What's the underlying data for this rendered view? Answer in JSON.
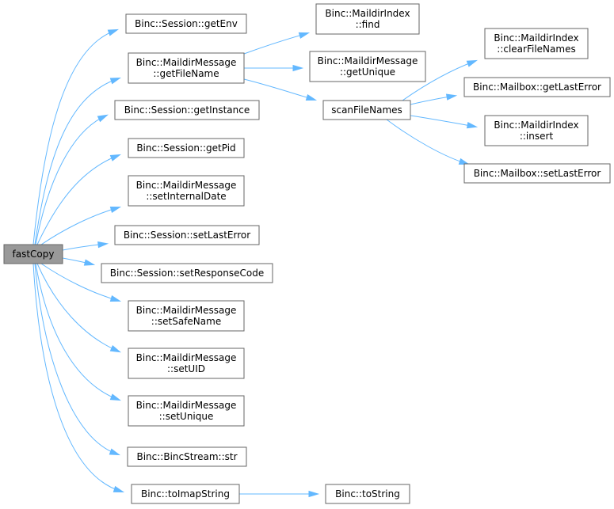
{
  "colors": {
    "edge": "#63b8ff",
    "node_border": "#666666",
    "root_fill": "#999999",
    "node_fill": "#ffffff"
  },
  "nodes": [
    {
      "id": "fastCopy",
      "lines": [
        "fastCopy"
      ],
      "root": true
    },
    {
      "id": "session_getEnv",
      "lines": [
        "Binc::Session::getEnv"
      ]
    },
    {
      "id": "mm_getFileName",
      "lines": [
        "Binc::MaildirMessage",
        "::getFileName"
      ]
    },
    {
      "id": "session_getInstance",
      "lines": [
        "Binc::Session::getInstance"
      ]
    },
    {
      "id": "session_getPid",
      "lines": [
        "Binc::Session::getPid"
      ]
    },
    {
      "id": "mm_setInternalDate",
      "lines": [
        "Binc::MaildirMessage",
        "::setInternalDate"
      ]
    },
    {
      "id": "session_setLastError",
      "lines": [
        "Binc::Session::setLastError"
      ]
    },
    {
      "id": "session_setResponseCode",
      "lines": [
        "Binc::Session::setResponseCode"
      ]
    },
    {
      "id": "mm_setSafeName",
      "lines": [
        "Binc::MaildirMessage",
        "::setSafeName"
      ]
    },
    {
      "id": "mm_setUID",
      "lines": [
        "Binc::MaildirMessage",
        "::setUID"
      ]
    },
    {
      "id": "mm_setUnique",
      "lines": [
        "Binc::MaildirMessage",
        "::setUnique"
      ]
    },
    {
      "id": "bincstream_str",
      "lines": [
        "Binc::BincStream::str"
      ]
    },
    {
      "id": "toImapString",
      "lines": [
        "Binc::toImapString"
      ]
    },
    {
      "id": "mi_find",
      "lines": [
        "Binc::MaildirIndex",
        "::find"
      ]
    },
    {
      "id": "mm_getUnique",
      "lines": [
        "Binc::MaildirMessage",
        "::getUnique"
      ]
    },
    {
      "id": "scanFileNames",
      "lines": [
        "scanFileNames"
      ]
    },
    {
      "id": "toString",
      "lines": [
        "Binc::toString"
      ]
    },
    {
      "id": "mi_clearFileNames",
      "lines": [
        "Binc::MaildirIndex",
        "::clearFileNames"
      ]
    },
    {
      "id": "mailbox_getLastError",
      "lines": [
        "Binc::Mailbox::getLastError"
      ]
    },
    {
      "id": "mi_insert",
      "lines": [
        "Binc::MaildirIndex",
        "::insert"
      ]
    },
    {
      "id": "mailbox_setLastError",
      "lines": [
        "Binc::Mailbox::setLastError"
      ]
    }
  ],
  "edges": [
    {
      "from": "fastCopy",
      "to": "session_getEnv"
    },
    {
      "from": "fastCopy",
      "to": "mm_getFileName"
    },
    {
      "from": "fastCopy",
      "to": "session_getInstance"
    },
    {
      "from": "fastCopy",
      "to": "session_getPid"
    },
    {
      "from": "fastCopy",
      "to": "mm_setInternalDate"
    },
    {
      "from": "fastCopy",
      "to": "session_setLastError"
    },
    {
      "from": "fastCopy",
      "to": "session_setResponseCode"
    },
    {
      "from": "fastCopy",
      "to": "mm_setSafeName"
    },
    {
      "from": "fastCopy",
      "to": "mm_setUID"
    },
    {
      "from": "fastCopy",
      "to": "mm_setUnique"
    },
    {
      "from": "fastCopy",
      "to": "bincstream_str"
    },
    {
      "from": "fastCopy",
      "to": "toImapString"
    },
    {
      "from": "mm_getFileName",
      "to": "mi_find"
    },
    {
      "from": "mm_getFileName",
      "to": "mm_getUnique"
    },
    {
      "from": "mm_getFileName",
      "to": "scanFileNames"
    },
    {
      "from": "toImapString",
      "to": "toString"
    },
    {
      "from": "scanFileNames",
      "to": "mi_clearFileNames"
    },
    {
      "from": "scanFileNames",
      "to": "mailbox_getLastError"
    },
    {
      "from": "scanFileNames",
      "to": "mi_insert"
    },
    {
      "from": "scanFileNames",
      "to": "mailbox_setLastError"
    }
  ]
}
